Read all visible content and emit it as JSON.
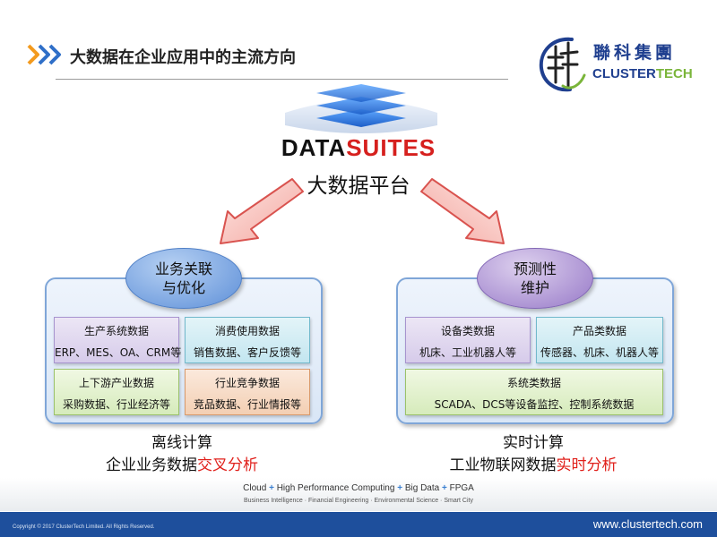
{
  "header": {
    "title": "大数据在企业应用中的主流方向"
  },
  "logo": {
    "cn": "聯科集團",
    "en_part1": "CLUSTER",
    "en_part2": "TECH"
  },
  "platform": {
    "name_part1": "DATA",
    "name_part2": "SUITES",
    "subtitle": "大数据平台"
  },
  "left": {
    "oval_line1": "业务关联",
    "oval_line2": "与优化",
    "boxes": [
      {
        "title": "生产系统数据",
        "detail": "ERP、MES、OA、CRM等"
      },
      {
        "title": "消费使用数据",
        "detail": "销售数据、客户反馈等"
      },
      {
        "title": "上下游产业数据",
        "detail": "采购数据、行业经济等"
      },
      {
        "title": "行业竞争数据",
        "detail": "竞品数据、行业情报等"
      }
    ],
    "caption_line1": "离线计算",
    "caption_line2_plain": "企业业务数据",
    "caption_line2_red": "交叉分析"
  },
  "right": {
    "oval_line1": "预测性",
    "oval_line2": "维护",
    "boxes": [
      {
        "title": "设备类数据",
        "detail": "机床、工业机器人等"
      },
      {
        "title": "产品类数据",
        "detail": "传感器、机床、机器人等"
      },
      {
        "title": "系统类数据",
        "detail": "SCADA、DCS等设备监控、控制系统数据"
      }
    ],
    "caption_line1": "实时计算",
    "caption_line2_plain": "工业物联网数据",
    "caption_line2_red": "实时分析"
  },
  "footer": {
    "tech": [
      "Cloud",
      "High Performance Computing",
      "Big Data",
      "FPGA"
    ],
    "plus": "+",
    "domains": "Business Intelligence  ·  Financial Engineering  ·  Environmental Science  ·  Smart City",
    "copyright": "Copyright © 2017 ClusterTech Limited. All Rights Reserved.",
    "website": "www.clustertech.com"
  },
  "colors": {
    "accent_red": "#e0201b",
    "brand_blue": "#1e4f9c",
    "brand_green": "#7ab53a"
  }
}
